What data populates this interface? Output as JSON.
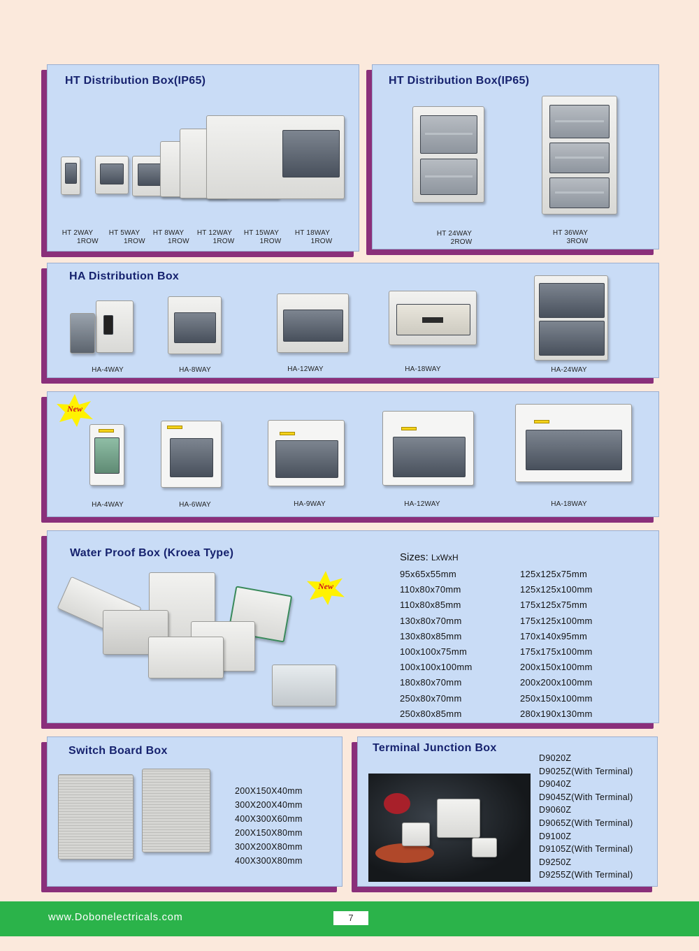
{
  "ht1": {
    "title": "HT Distribution Box(IP65)",
    "items": [
      {
        "l1": "HT 2WAY",
        "l2": "1ROW"
      },
      {
        "l1": "HT 5WAY",
        "l2": "1ROW"
      },
      {
        "l1": "HT 8WAY",
        "l2": "1ROW"
      },
      {
        "l1": "HT 12WAY",
        "l2": "1ROW"
      },
      {
        "l1": "HT  15WAY",
        "l2": "1ROW"
      },
      {
        "l1": "HT 18WAY",
        "l2": "1ROW"
      }
    ]
  },
  "ht2": {
    "title": "HT Distribution Box(IP65)",
    "items": [
      {
        "l1": "HT 24WAY",
        "l2": "2ROW"
      },
      {
        "l1": "HT 36WAY",
        "l2": "3ROW"
      }
    ]
  },
  "ha1": {
    "title": "HA Distribution Box",
    "items": [
      "HA-4WAY",
      "HA-8WAY",
      "HA-12WAY",
      "HA-18WAY",
      "HA-24WAY"
    ]
  },
  "ha2": {
    "badge": "New",
    "items": [
      "HA-4WAY",
      "HA-6WAY",
      "HA-9WAY",
      "HA-12WAY",
      "HA-18WAY"
    ]
  },
  "wp": {
    "title": "Water Proof Box (Kroea Type)",
    "badge": "New",
    "sizes_label": "Sizes:",
    "sizes_unit": "LxWxH",
    "sizes_col1": [
      "95x65x55mm",
      "110x80x70mm",
      "110x80x85mm",
      "130x80x70mm",
      "130x80x85mm",
      "100x100x75mm",
      "100x100x100mm",
      "180x80x70mm",
      "250x80x70mm",
      "250x80x85mm"
    ],
    "sizes_col2": [
      "125x125x75mm",
      "125x125x100mm",
      "175x125x75mm",
      "175x125x100mm",
      "170x140x95mm",
      "175x175x100mm",
      "200x150x100mm",
      "200x200x100mm",
      "250x150x100mm",
      "280x190x130mm"
    ]
  },
  "sb": {
    "title": "Switch Board  Box",
    "sizes": [
      "200X150X40mm",
      "300X200X40mm",
      "400X300X60mm",
      "200X150X80mm",
      "300X200X80mm",
      "400X300X80mm"
    ]
  },
  "tj": {
    "title": "Terminal Junction Box",
    "models": [
      "D9020Z",
      "D9025Z(With Terminal)",
      "D9040Z",
      "D9045Z(With Terminal)",
      "D9060Z",
      "D9065Z(With Terminal)",
      "D9100Z",
      "D9105Z(With Terminal)",
      "D9250Z",
      "D9255Z(With Terminal)"
    ]
  },
  "footer": {
    "url": "www.Dobonelectricals.com",
    "page": "7"
  },
  "colors": {
    "panel": "#c9dcf6",
    "panel_shadow": "#8a2f7a",
    "title": "#16226e",
    "footer": "#2bb34a",
    "background": "#fbe9dc"
  }
}
